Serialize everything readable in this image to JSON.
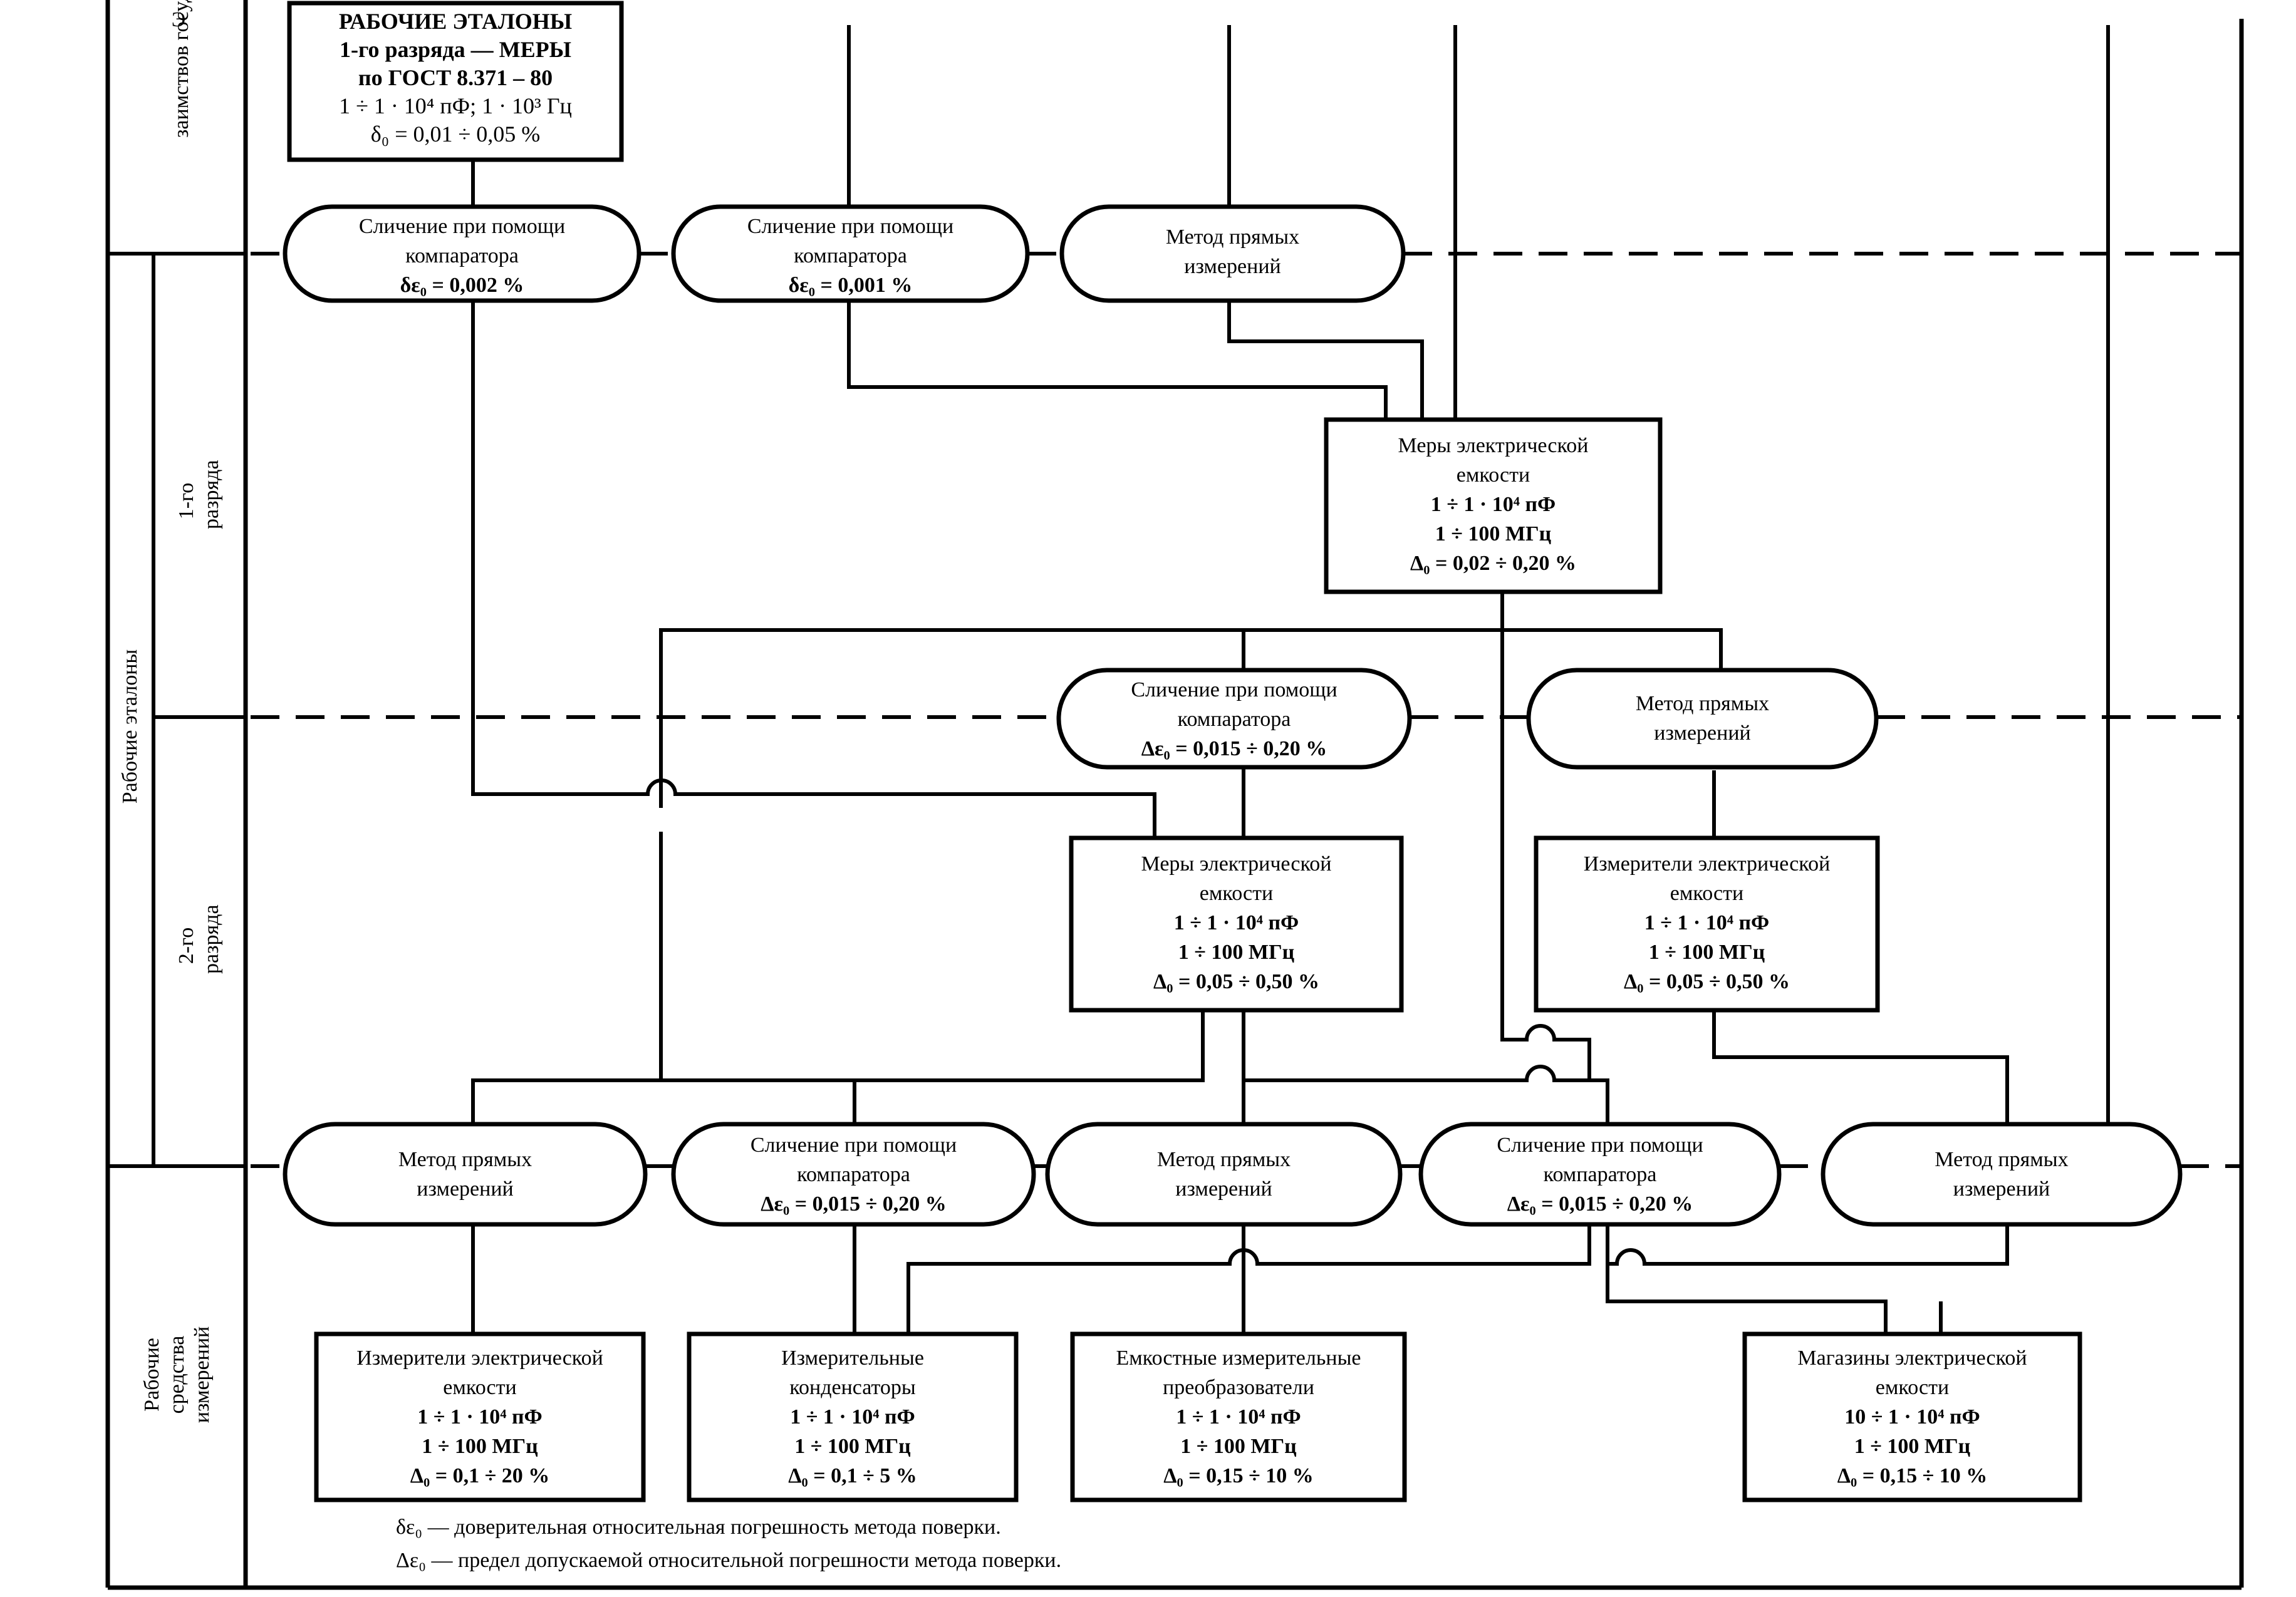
{
  "top_box": {
    "title": "РАБОЧИЕ ЭТАЛОНЫ",
    "line1": "1-го разряда — МЕРЫ",
    "line2": "по ГОСТ 8.371 – 80",
    "line3": "1 ÷ 1 · 10⁴ пФ; 1 · 10³ Гц",
    "line4": "δ₀ = 0,01 ÷ 0,05 %"
  },
  "side_labels": {
    "top_fragment": "заимствов государственн",
    "top_symbol": "Э",
    "working_standards": "Рабочие эталоны",
    "first_rank": "1-го разряда",
    "second_rank": "2-го разряда",
    "working_instruments": "Рабочие средства измерений"
  },
  "row1": {
    "comp_a": {
      "l1": "Сличение при помощи",
      "l2": "компаратора",
      "l3": "δε₀ = 0,002 %"
    },
    "comp_b": {
      "l1": "Сличение при помощи",
      "l2": "компаратора",
      "l3": "δε₀ = 0,001 %"
    },
    "direct": {
      "l1": "Метод прямых",
      "l2": "измерений"
    }
  },
  "measure1": {
    "l1": "Меры электрической",
    "l2": "емкости",
    "l3": "1 ÷ 1 · 10⁴ пФ",
    "l4": "1 ÷ 100 МГц",
    "l5": "Δ₀ = 0,02 ÷ 0,20 %"
  },
  "row2": {
    "comp": {
      "l1": "Сличение при помощи",
      "l2": "компаратора",
      "l3": "Δε₀ = 0,015 ÷ 0,20 %"
    },
    "direct": {
      "l1": "Метод прямых",
      "l2": "измерений"
    }
  },
  "measure2": {
    "l1": "Меры электрической",
    "l2": "емкости",
    "l3": "1 ÷ 1 · 10⁴ пФ",
    "l4": "1 ÷ 100 МГц",
    "l5": "Δ₀ = 0,05 ÷ 0,50 %"
  },
  "meter2": {
    "l1": "Измерители электрической",
    "l2": "емкости",
    "l3": "1 ÷ 1 · 10⁴ пФ",
    "l4": "1 ÷ 100 МГц",
    "l5": "Δ₀ = 0,05 ÷ 0,50 %"
  },
  "row3": {
    "direct_a": {
      "l1": "Метод прямых",
      "l2": "измерений"
    },
    "comp_a": {
      "l1": "Сличение при помощи",
      "l2": "компаратора",
      "l3": "Δε₀ = 0,015 ÷ 0,20 %"
    },
    "direct_b": {
      "l1": "Метод прямых",
      "l2": "измерений"
    },
    "comp_b": {
      "l1": "Сличение при помощи",
      "l2": "компаратора",
      "l3": "Δε₀ = 0,015 ÷ 0,20 %"
    },
    "direct_c": {
      "l1": "Метод прямых",
      "l2": "измерений"
    }
  },
  "bottom": {
    "meters": {
      "l1": "Измерители электрической",
      "l2": "емкости",
      "l3": "1 ÷ 1 · 10⁴ пФ",
      "l4": "1 ÷ 100 МГц",
      "l5": "Δ₀ = 0,1 ÷ 20 %"
    },
    "capacitors": {
      "l1": "Измерительные",
      "l2": "конденсаторы",
      "l3": "1 ÷ 1 · 10⁴ пФ",
      "l4": "1 ÷ 100 МГц",
      "l5": "Δ₀ = 0,1 ÷ 5 %"
    },
    "transducers": {
      "l1": "Емкостные измерительные",
      "l2": "преобразователи",
      "l3": "1 ÷ 1 · 10⁴ пФ",
      "l4": "1 ÷ 100 МГц",
      "l5": "Δ₀ = 0,15 ÷ 10 %"
    },
    "boxes": {
      "l1": "Магазины электрической",
      "l2": "емкости",
      "l3": "10 ÷ 1 · 10⁴ пФ",
      "l4": "1 ÷ 100 МГц",
      "l5": "Δ₀ = 0,15 ÷ 10 %"
    }
  },
  "legend": {
    "line1": "δε₀ — доверительная относительная погрешность метода поверки.",
    "line2": "Δε₀ — предел допускаемой относительной погрешности метода поверки."
  }
}
